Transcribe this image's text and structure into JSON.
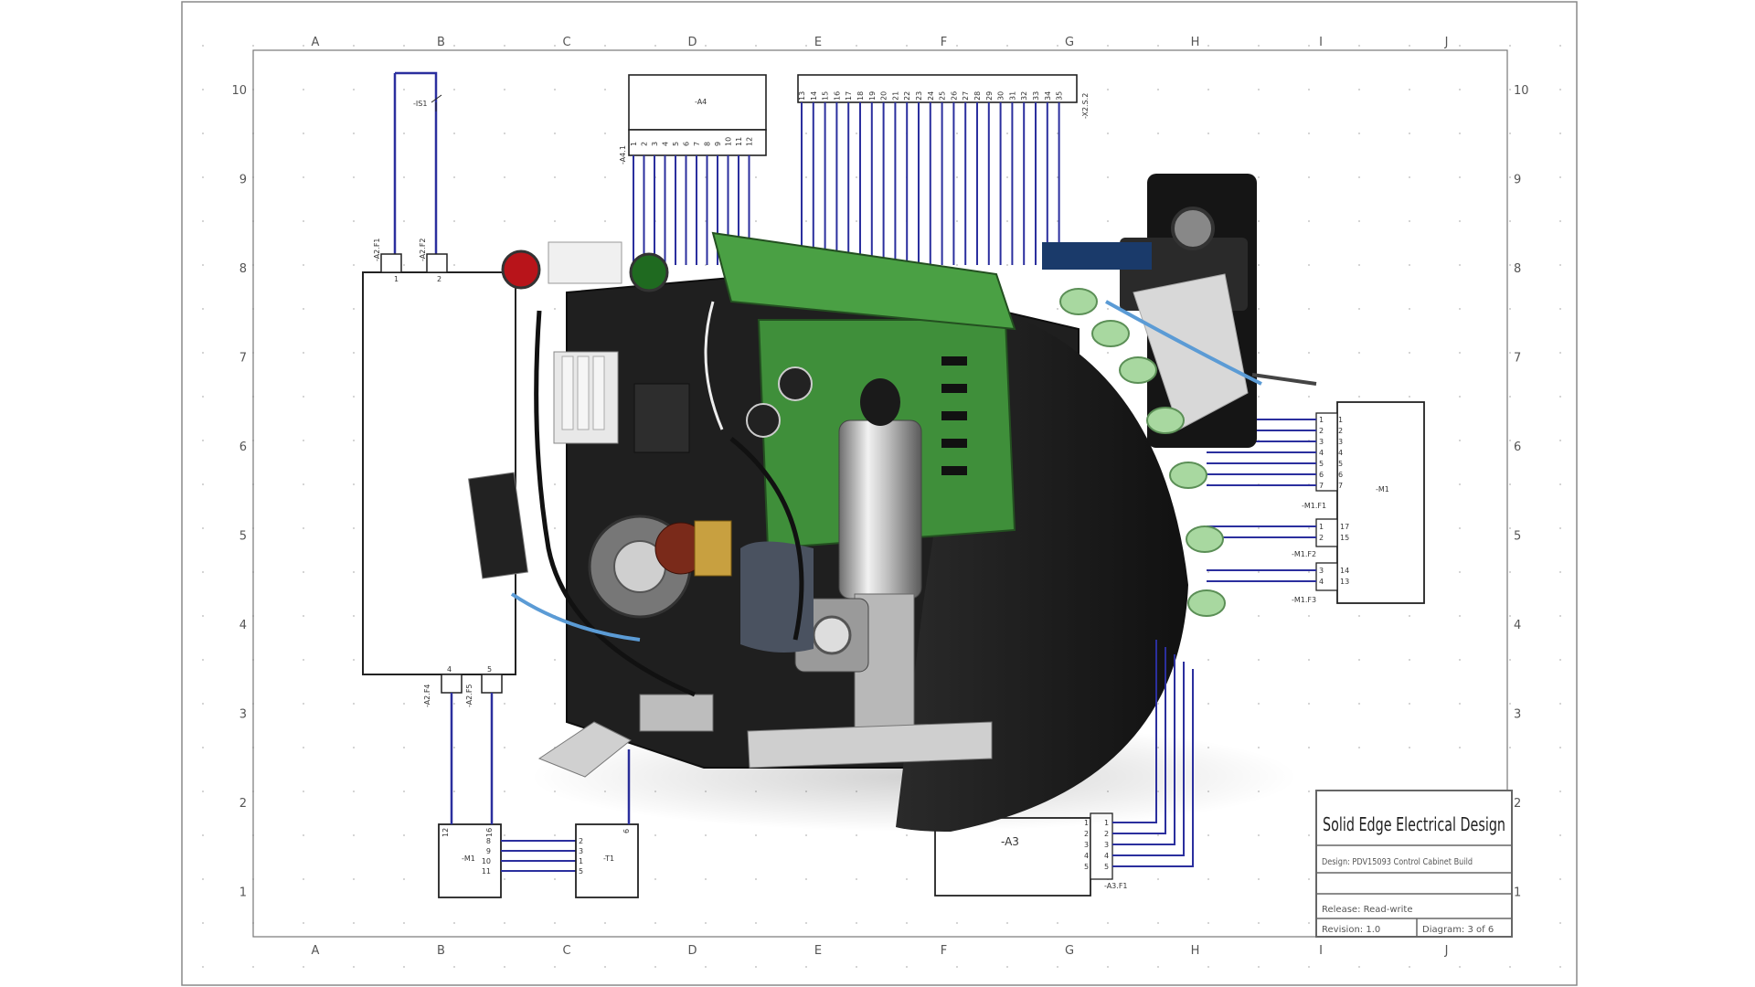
{
  "grid": {
    "columns": [
      "A",
      "B",
      "C",
      "D",
      "E",
      "F",
      "G",
      "H",
      "I",
      "J"
    ],
    "rows": [
      "10",
      "9",
      "8",
      "7",
      "6",
      "5",
      "4",
      "3",
      "2",
      "1"
    ]
  },
  "components": {
    "a4": "-A4",
    "a4_conn": "-A4.1",
    "x2": "-X2.S.2",
    "is1": "-IS1",
    "a2f1": "-A2.F1",
    "a2f2": "-A2.F2",
    "a2f4": "-A2.F4",
    "a2f5": "-A2.F5",
    "m1_right": "-M1",
    "m1f1": "-M1.F1",
    "m1f2": "-M1.F2",
    "m1f3": "-M1.F3",
    "m1_bottom": "-M1",
    "t1": "-T1",
    "a3": "-A3",
    "a3f1": "-A3.F1"
  },
  "pins": {
    "a4": [
      "1",
      "2",
      "3",
      "4",
      "5",
      "6",
      "7",
      "8",
      "9",
      "10",
      "11",
      "12"
    ],
    "x2": [
      "13",
      "14",
      "15",
      "16",
      "17",
      "18",
      "19",
      "20",
      "21",
      "22",
      "23",
      "24",
      "25",
      "26",
      "27",
      "28",
      "29",
      "30",
      "31",
      "32",
      "33",
      "34",
      "35"
    ],
    "m1_right_a": [
      "1",
      "2",
      "3",
      "4",
      "5",
      "6",
      "7"
    ],
    "m1_right_b": [
      "17",
      "15"
    ],
    "m1_right_c": [
      "14",
      "13"
    ],
    "m1_right_c_left": [
      "3",
      "4"
    ],
    "m1_right_b_left": [
      "1",
      "2"
    ],
    "m1_bottom_top": [
      "12",
      "16"
    ],
    "m1_bottom_side": [
      "8",
      "9",
      "10",
      "11"
    ],
    "t1_side": [
      "2",
      "3",
      "1",
      "5"
    ],
    "t1_top": [
      "6"
    ],
    "a3": [
      "1",
      "2",
      "3",
      "4",
      "5"
    ],
    "a2_top": [
      "1",
      "2"
    ],
    "a2_bottom": [
      "4",
      "5"
    ]
  },
  "title_block": {
    "title": "Solid Edge Electrical Design",
    "design": "Design: PDV15093 Control Cabinet Build",
    "release": "Release: Read-write",
    "revision": "Revision: 1.0",
    "diagram": "Diagram: 3 of 6"
  },
  "colors": {
    "wire": "#2b2f9e",
    "wire_dark": "#1a1d7a",
    "border": "#666666",
    "model_black": "#1c1c1c",
    "pcb_green": "#3f8f3a",
    "dial_green": "#a8d8a0"
  }
}
